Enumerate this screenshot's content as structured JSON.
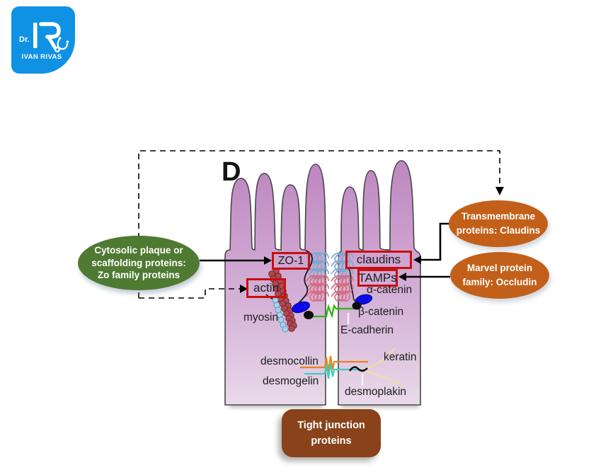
{
  "logo": {
    "prefix": "Dr.",
    "name": "IVAN RIVAS",
    "bg_color": "#1092E4"
  },
  "figure": {
    "panel_label": "D",
    "boxed_labels": {
      "zo1": "ZO-1",
      "claudins": "claudins",
      "tamps": "TAMPs",
      "actin": "actin"
    },
    "labels": {
      "myosin": "myosin",
      "alpha_catenin": "α-catenin",
      "beta_catenin": "β-catenin",
      "e_cadherin": "E-cadherin",
      "desmocollin": "desmocollin",
      "desmogelin": "desmogelin",
      "keratin": "keratin",
      "desmoplakin": "desmoplakin"
    },
    "callouts": {
      "cytosolic": {
        "lines": [
          "Cytosolic plaque or",
          "scaffolding proteins:",
          "Zo family proteins"
        ],
        "color": "#4E7A31"
      },
      "transmembrane": {
        "lines": [
          "Transmembrane",
          "proteins: Claudins"
        ],
        "color": "#C2601A"
      },
      "marvel": {
        "lines": [
          "Marvel protein",
          "family: Occludin"
        ],
        "color": "#C2601A"
      },
      "tight_junction": {
        "lines": [
          "Tight junction",
          "proteins"
        ],
        "color": "#8A421A"
      }
    },
    "colors": {
      "red_highlight_box": "#C90F0F",
      "cell_purple": "#CDA3CF",
      "claudin_strand_blue": "#7FA8D0",
      "occludin_strand_red": "#D76C80",
      "actin_bead_red": "#B0494F",
      "myosin_bead_blue": "#A9D3EA",
      "catenin_ellipse_blue": "#0B0BE8",
      "e_cadherin_green": "#2FB70D",
      "desmocollin_orange": "#E8831C",
      "desmogelin_teal": "#3ECCBB",
      "keratin_tan": "#EFDCA6"
    }
  }
}
